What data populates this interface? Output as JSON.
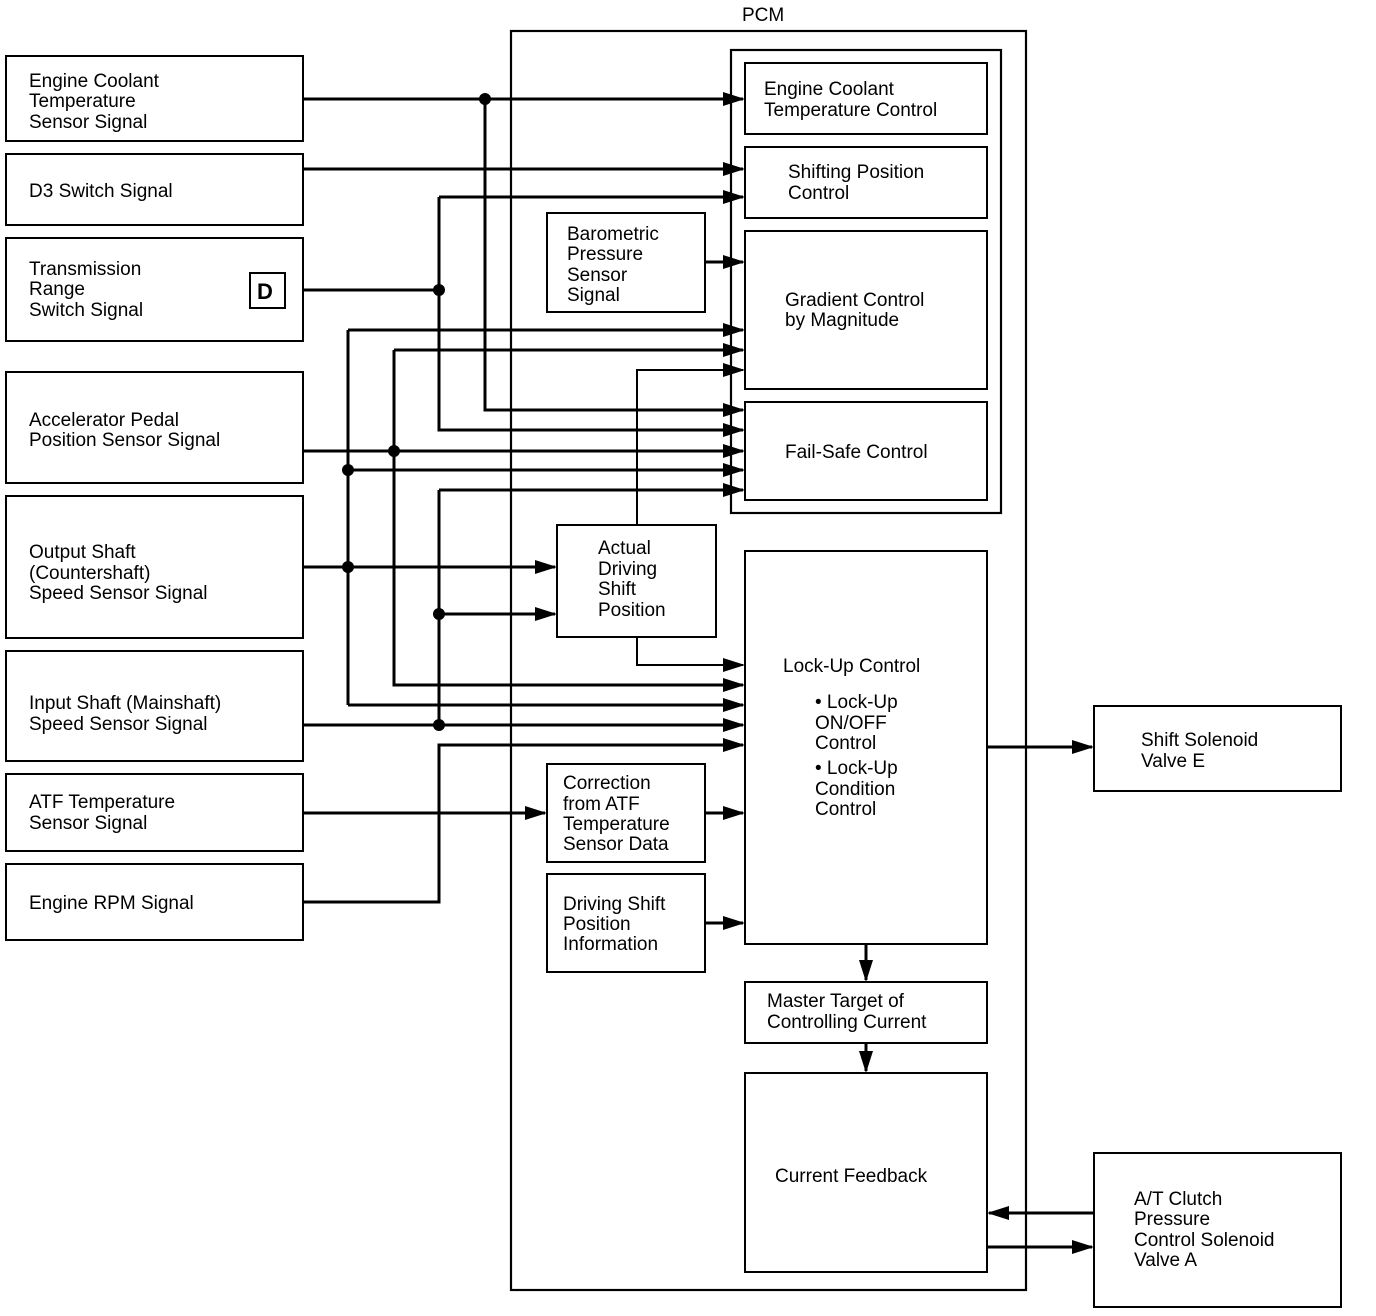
{
  "pcm": {
    "title": "PCM"
  },
  "inputs": {
    "engine_coolant": [
      "Engine Coolant",
      "Temperature",
      "Sensor Signal"
    ],
    "d3_switch": [
      "D3 Switch Signal"
    ],
    "trans_range": [
      "Transmission",
      "Range",
      "Switch Signal"
    ],
    "trans_range_badge": "D",
    "accel_pedal": [
      "Accelerator Pedal",
      "Position Sensor Signal"
    ],
    "output_shaft": [
      "Output Shaft",
      "(Countershaft)",
      "Speed Sensor Signal"
    ],
    "input_shaft": [
      "Input Shaft (Mainshaft)",
      "Speed Sensor Signal"
    ],
    "atf_temp": [
      "ATF Temperature",
      "Sensor Signal"
    ],
    "engine_rpm": [
      "Engine RPM Signal"
    ]
  },
  "blocks": {
    "ect_control": [
      "Engine Coolant",
      "Temperature Control"
    ],
    "shifting_position": [
      "Shifting Position",
      "Control"
    ],
    "barometric": [
      "Barometric",
      "Pressure",
      "Sensor",
      "Signal"
    ],
    "gradient": [
      "Gradient Control",
      "by Magnitude"
    ],
    "fail_safe": [
      "Fail-Safe Control"
    ],
    "actual_driving": [
      "Actual",
      "Driving",
      "Shift",
      "Position"
    ],
    "lockup": [
      "Lock-Up Control"
    ],
    "lockup_items": [
      [
        "• Lock-Up",
        "ON/OFF",
        "Control"
      ],
      [
        "• Lock-Up",
        "Condition",
        "Control"
      ]
    ],
    "atf_correction": [
      "Correction",
      "from ATF",
      "Temperature",
      "Sensor Data"
    ],
    "driving_info": [
      "Driving Shift",
      "Position",
      "Information"
    ],
    "master_target": [
      "Master Target of",
      "Controlling Current"
    ],
    "current_feedback": [
      "Current Feedback"
    ]
  },
  "outputs": {
    "shift_solenoid": [
      "Shift Solenoid",
      "Valve E"
    ],
    "clutch_solenoid": [
      "A/T Clutch",
      "Pressure",
      "Control Solenoid",
      "Valve A"
    ]
  }
}
